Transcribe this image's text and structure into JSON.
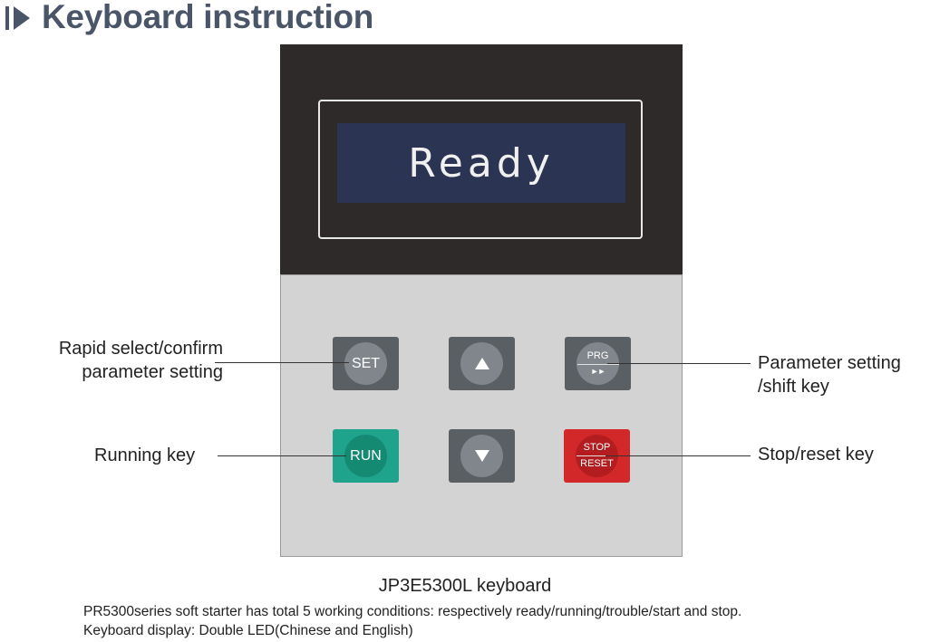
{
  "header": {
    "title": "Keyboard instruction"
  },
  "display": {
    "text": "Ready"
  },
  "keys": {
    "set": "SET",
    "prg": "PRG",
    "prg_symbol": "►►",
    "run": "RUN",
    "stop": "STOP",
    "reset": "RESET"
  },
  "callouts": {
    "set_line1": "Rapid select/confirm",
    "set_line2": "parameter setting",
    "prg_line1": "Parameter setting",
    "prg_line2": "/shift key",
    "run": "Running key",
    "stop": "Stop/reset key"
  },
  "caption": {
    "title": "JP3E5300L keyboard",
    "line1": "PR5300series soft starter has total 5 working conditions: respectively ready/running/trouble/start and stop.",
    "line2": "Keyboard display: Double LED(Chinese and English)"
  },
  "colors": {
    "header": "#4a5568",
    "panel_top": "#2e2a29",
    "panel_bottom": "#d3d3d3",
    "lcd": "#2b3452",
    "key_grey": "#5a5f63",
    "key_run": "#1fa38c",
    "key_stop": "#d3282a"
  }
}
